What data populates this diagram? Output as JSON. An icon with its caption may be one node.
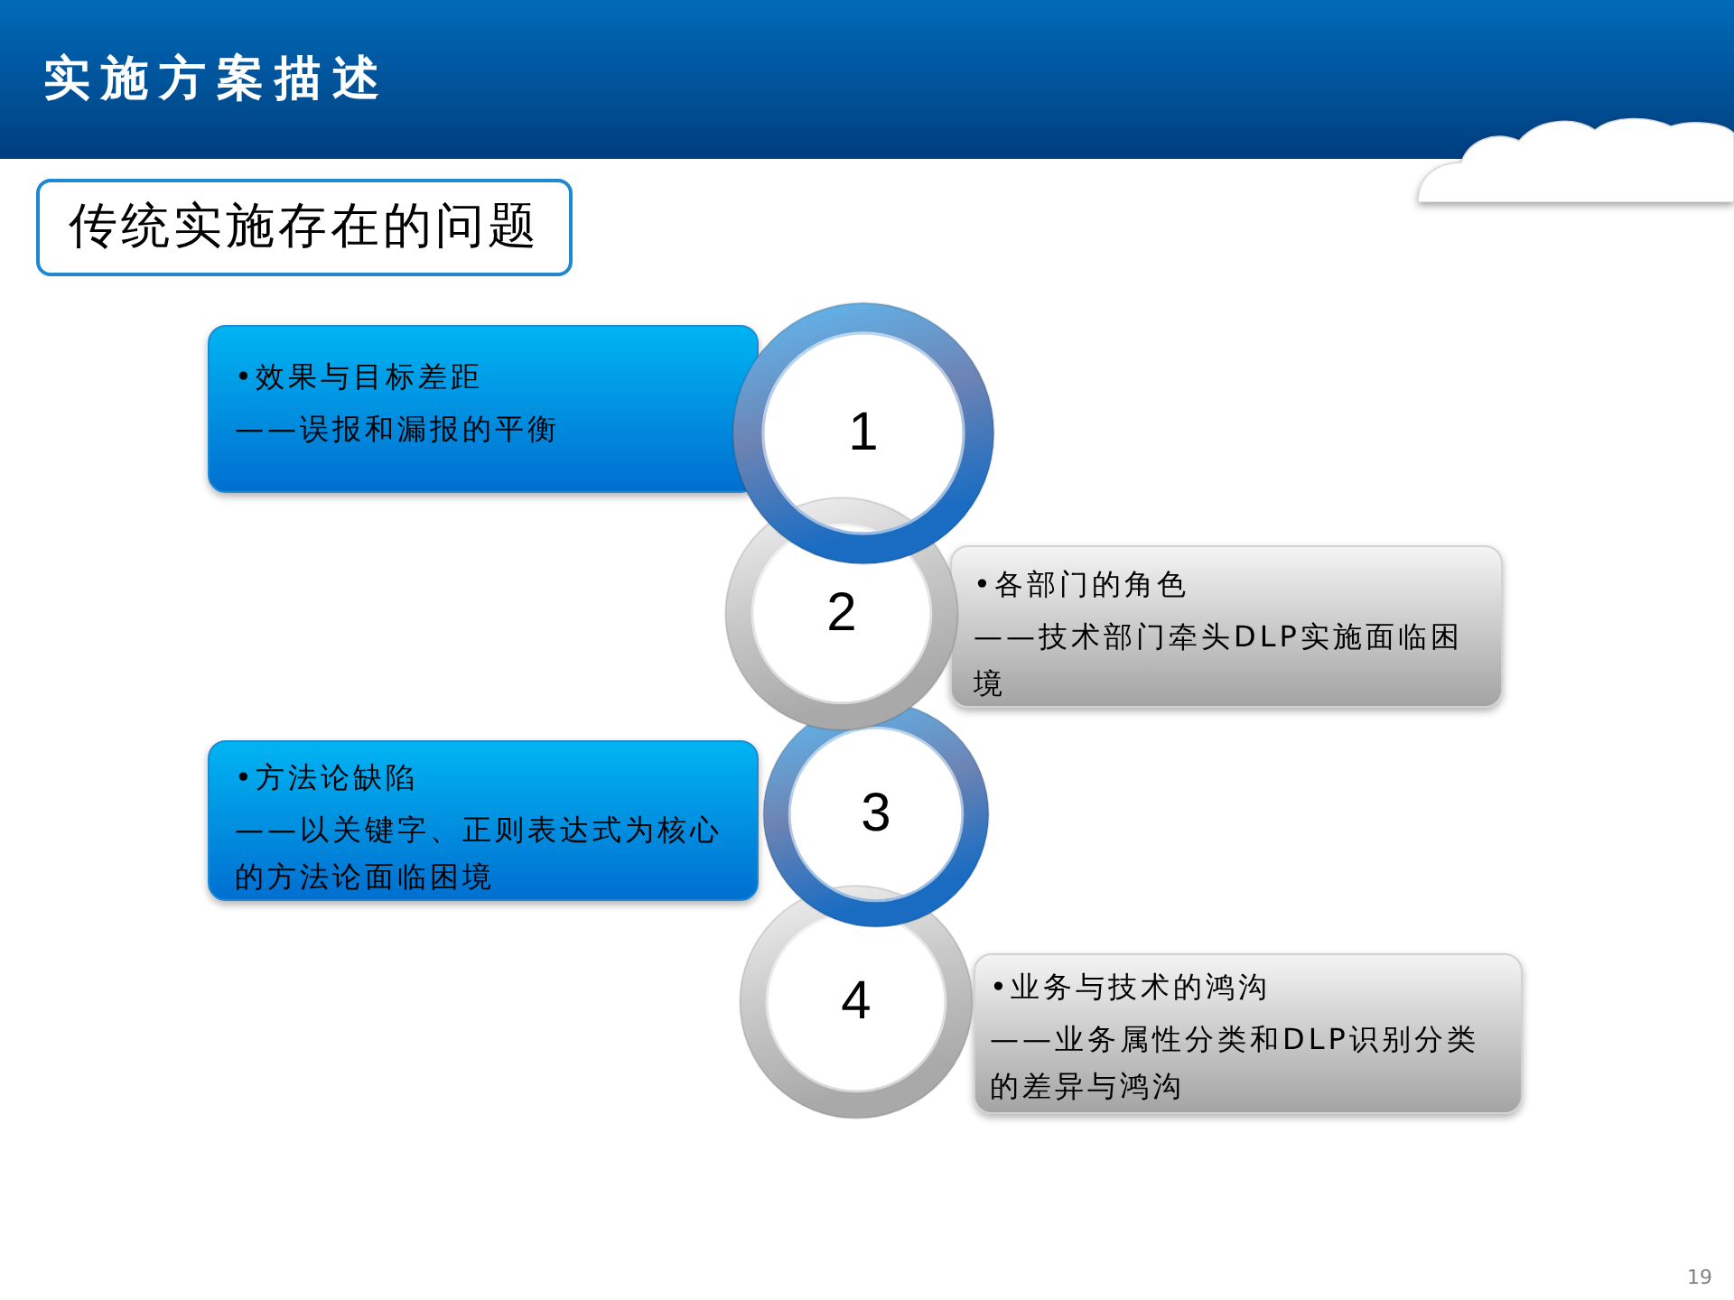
{
  "diagram": {
    "title": "实施方案描述",
    "nodes": [
      {
        "text": [
          "传统实施存在的问题"
        ]
      },
      {
        "text": [
          "•效果与目标差距",
          "——误报和漏报的平衡"
        ]
      },
      {
        "text": [
          "1"
        ]
      },
      {
        "text": [
          "2"
        ]
      },
      {
        "text": [
          "•各部门的角色",
          "——技术部门牵头DLP实施面临困境"
        ]
      },
      {
        "text": [
          "•方法论缺陷",
          "——以关键字、正则表达式为核心的方法论面临困境"
        ]
      },
      {
        "text": [
          "3"
        ]
      },
      {
        "text": [
          "4"
        ]
      },
      {
        "text": [
          "•业务与技术的鸿沟",
          "——业务属性分类和DLP识别分类的差异与鸿沟"
        ]
      }
    ],
    "labels": [
      "19"
    ]
  }
}
